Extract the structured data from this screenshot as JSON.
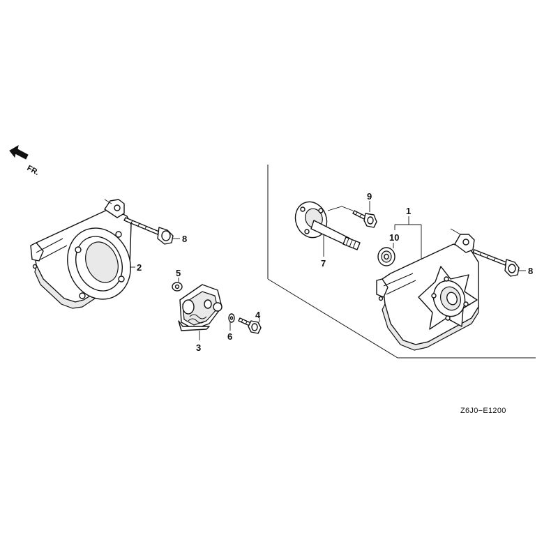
{
  "orientation": {
    "label": "FR."
  },
  "diagram_code": "Z6J0−E1200",
  "callouts": {
    "p1": "1",
    "p2": "2",
    "p3": "3",
    "p4": "4",
    "p5": "5",
    "p6": "6",
    "p7": "7",
    "p8_left": "8",
    "p8_right": "8",
    "p9": "9",
    "p10": "10"
  },
  "colors": {
    "ink": "#111111",
    "paper": "#ffffff",
    "shade": "#e9e9e9"
  }
}
